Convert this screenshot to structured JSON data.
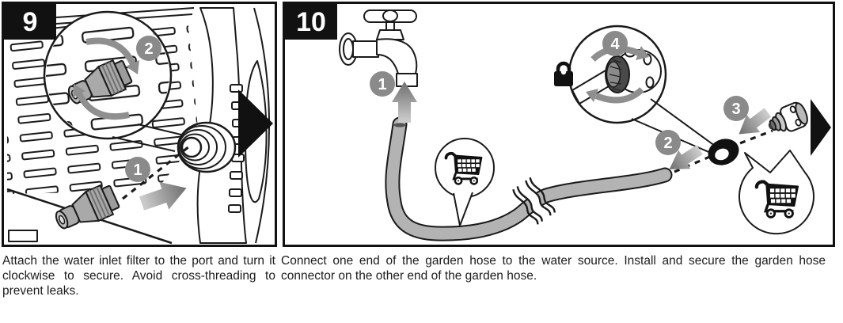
{
  "figure": {
    "type": "instruction-manual-steps",
    "colors": {
      "line": "#1a1a1a",
      "badge_bg": "#111111",
      "callout_bg": "#8a8a8a",
      "hose": "#b3b3b3",
      "arrow_light": "#cfcfcf",
      "arrow_dark": "#6e6e6e"
    },
    "steps": [
      {
        "number": "9",
        "caption": "Attach the water inlet filter to the port and turn it clockwise to secure. Avoid cross-threading to prevent leaks.",
        "callouts": {
          "c1": "1",
          "c2": "2"
        },
        "icons": [
          "magnifier-circle",
          "rotate-arrows",
          "insert-arrow",
          "next-arrow"
        ]
      },
      {
        "number": "10",
        "caption": "Connect one end of the garden hose to the water source. Install and secure the garden hose connector on the other end of the garden hose.",
        "callouts": {
          "c1": "1",
          "c2": "2",
          "c3": "3",
          "c4": "4"
        },
        "icons": [
          "faucet",
          "garden-hose",
          "shopping-cart",
          "lock",
          "magnifier-circle",
          "rotate-arrows",
          "next-arrow"
        ]
      }
    ]
  }
}
